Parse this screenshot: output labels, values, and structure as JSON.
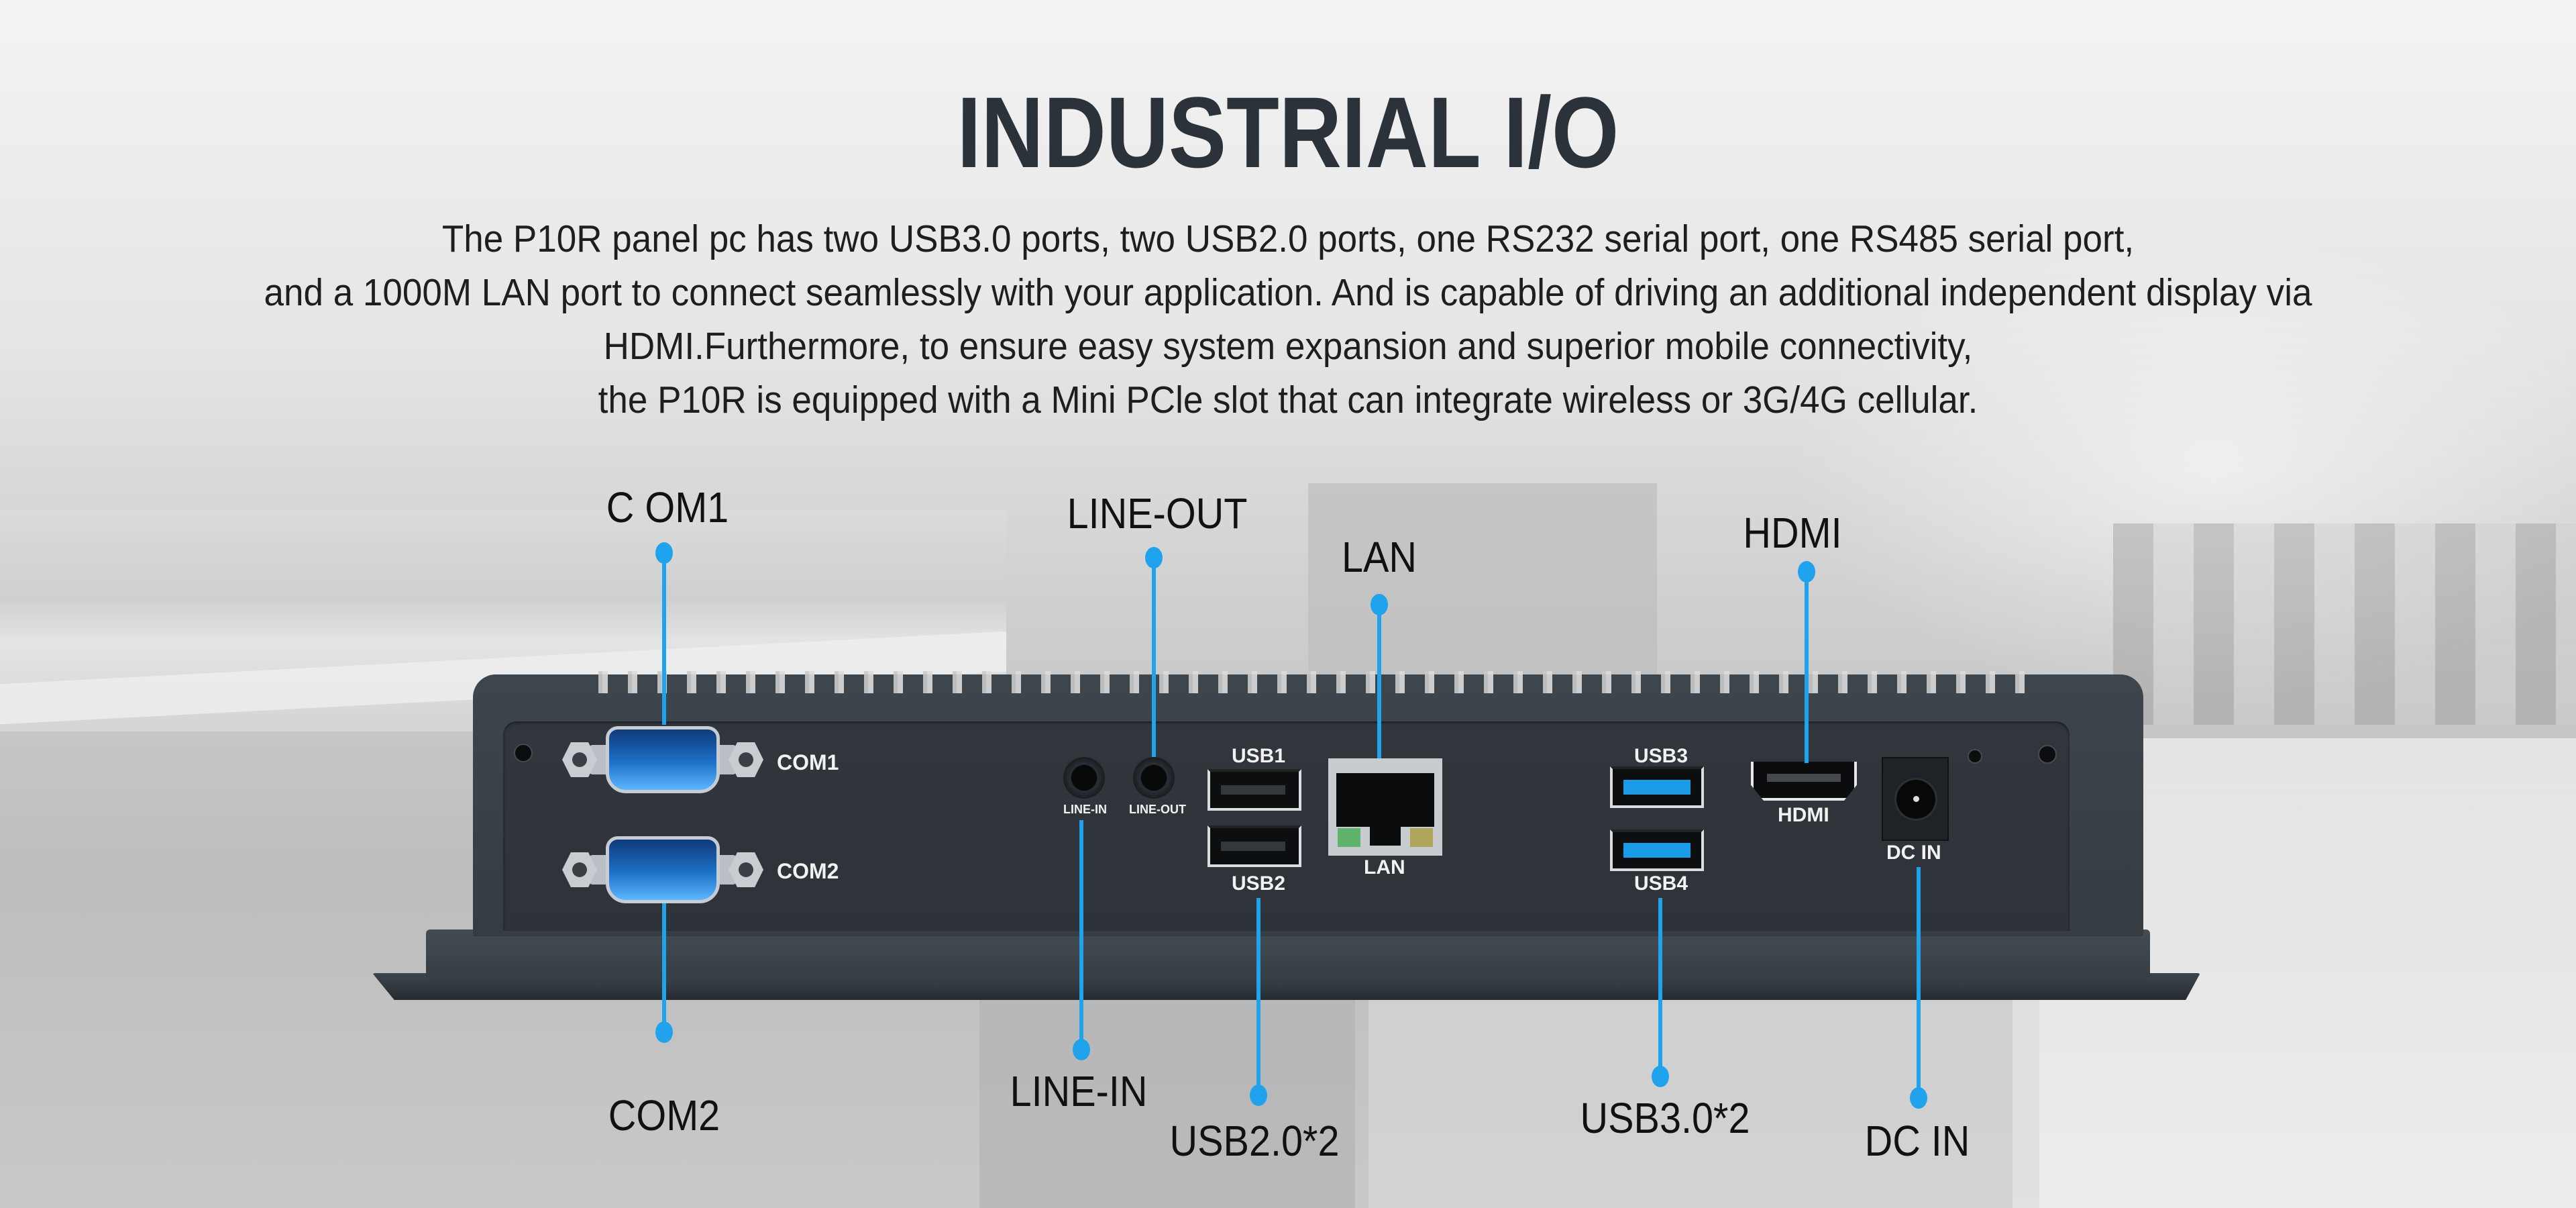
{
  "header": {
    "title": "INDUSTRIAL I/O"
  },
  "description": {
    "lines": [
      "The P10R panel pc has two USB3.0 ports, two USB2.0 ports, one RS232 serial port, one RS485 serial port,",
      "and a 1000M LAN port to connect seamlessly with your application. And is capable of driving an additional independent display via",
      "HDMI.Furthermore, to ensure easy system expansion and superior mobile connectivity,",
      "the P10R is equipped with a Mini PCle slot that can integrate wireless or 3G/4G cellular."
    ]
  },
  "device": {
    "port_labels": {
      "com1": "COM1",
      "com2": "COM2",
      "line_in": "LINE-IN",
      "line_out": "LINE-OUT",
      "usb1": "USB1",
      "usb2": "USB2",
      "lan": "LAN",
      "usb3": "USB3",
      "usb4": "USB4",
      "hdmi": "HDMI",
      "dc_in": "DC IN"
    },
    "db9_pins": "•••••\n••••"
  },
  "callouts": {
    "top": [
      {
        "id": "com1",
        "label": "C OM1"
      },
      {
        "id": "line-out",
        "label": "LINE-OUT"
      },
      {
        "id": "lan",
        "label": "LAN"
      },
      {
        "id": "hdmi",
        "label": "HDMI"
      }
    ],
    "bottom": [
      {
        "id": "com2",
        "label": "COM2"
      },
      {
        "id": "line-in",
        "label": "LINE-IN"
      },
      {
        "id": "usb2",
        "label": "USB2.0*2"
      },
      {
        "id": "usb3",
        "label": "USB3.0*2"
      },
      {
        "id": "dc-in",
        "label": "DC IN"
      }
    ]
  },
  "colors": {
    "accent": "#1fa3ec",
    "title": "#2c323a",
    "device_body": "#353c42",
    "db9_blue": "#1d72c8",
    "usb3_blue": "#1a9be8"
  }
}
